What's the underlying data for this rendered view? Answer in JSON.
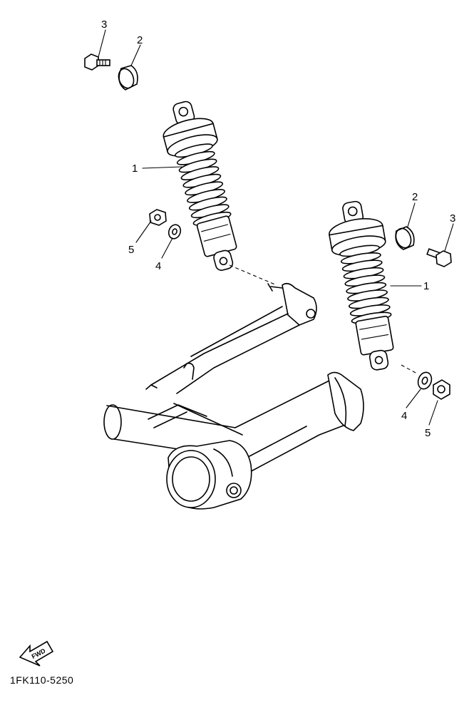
{
  "diagram_code": "1FK110-5250",
  "fwd_label": "FWD",
  "callouts": {
    "shock_left": "1",
    "shock_right": "1",
    "bushing_left": "2",
    "bushing_right": "2",
    "bolt_left": "3",
    "bolt_right": "3",
    "washer_left": "4",
    "washer_right": "4",
    "nut_left": "5",
    "nut_right": "5"
  }
}
